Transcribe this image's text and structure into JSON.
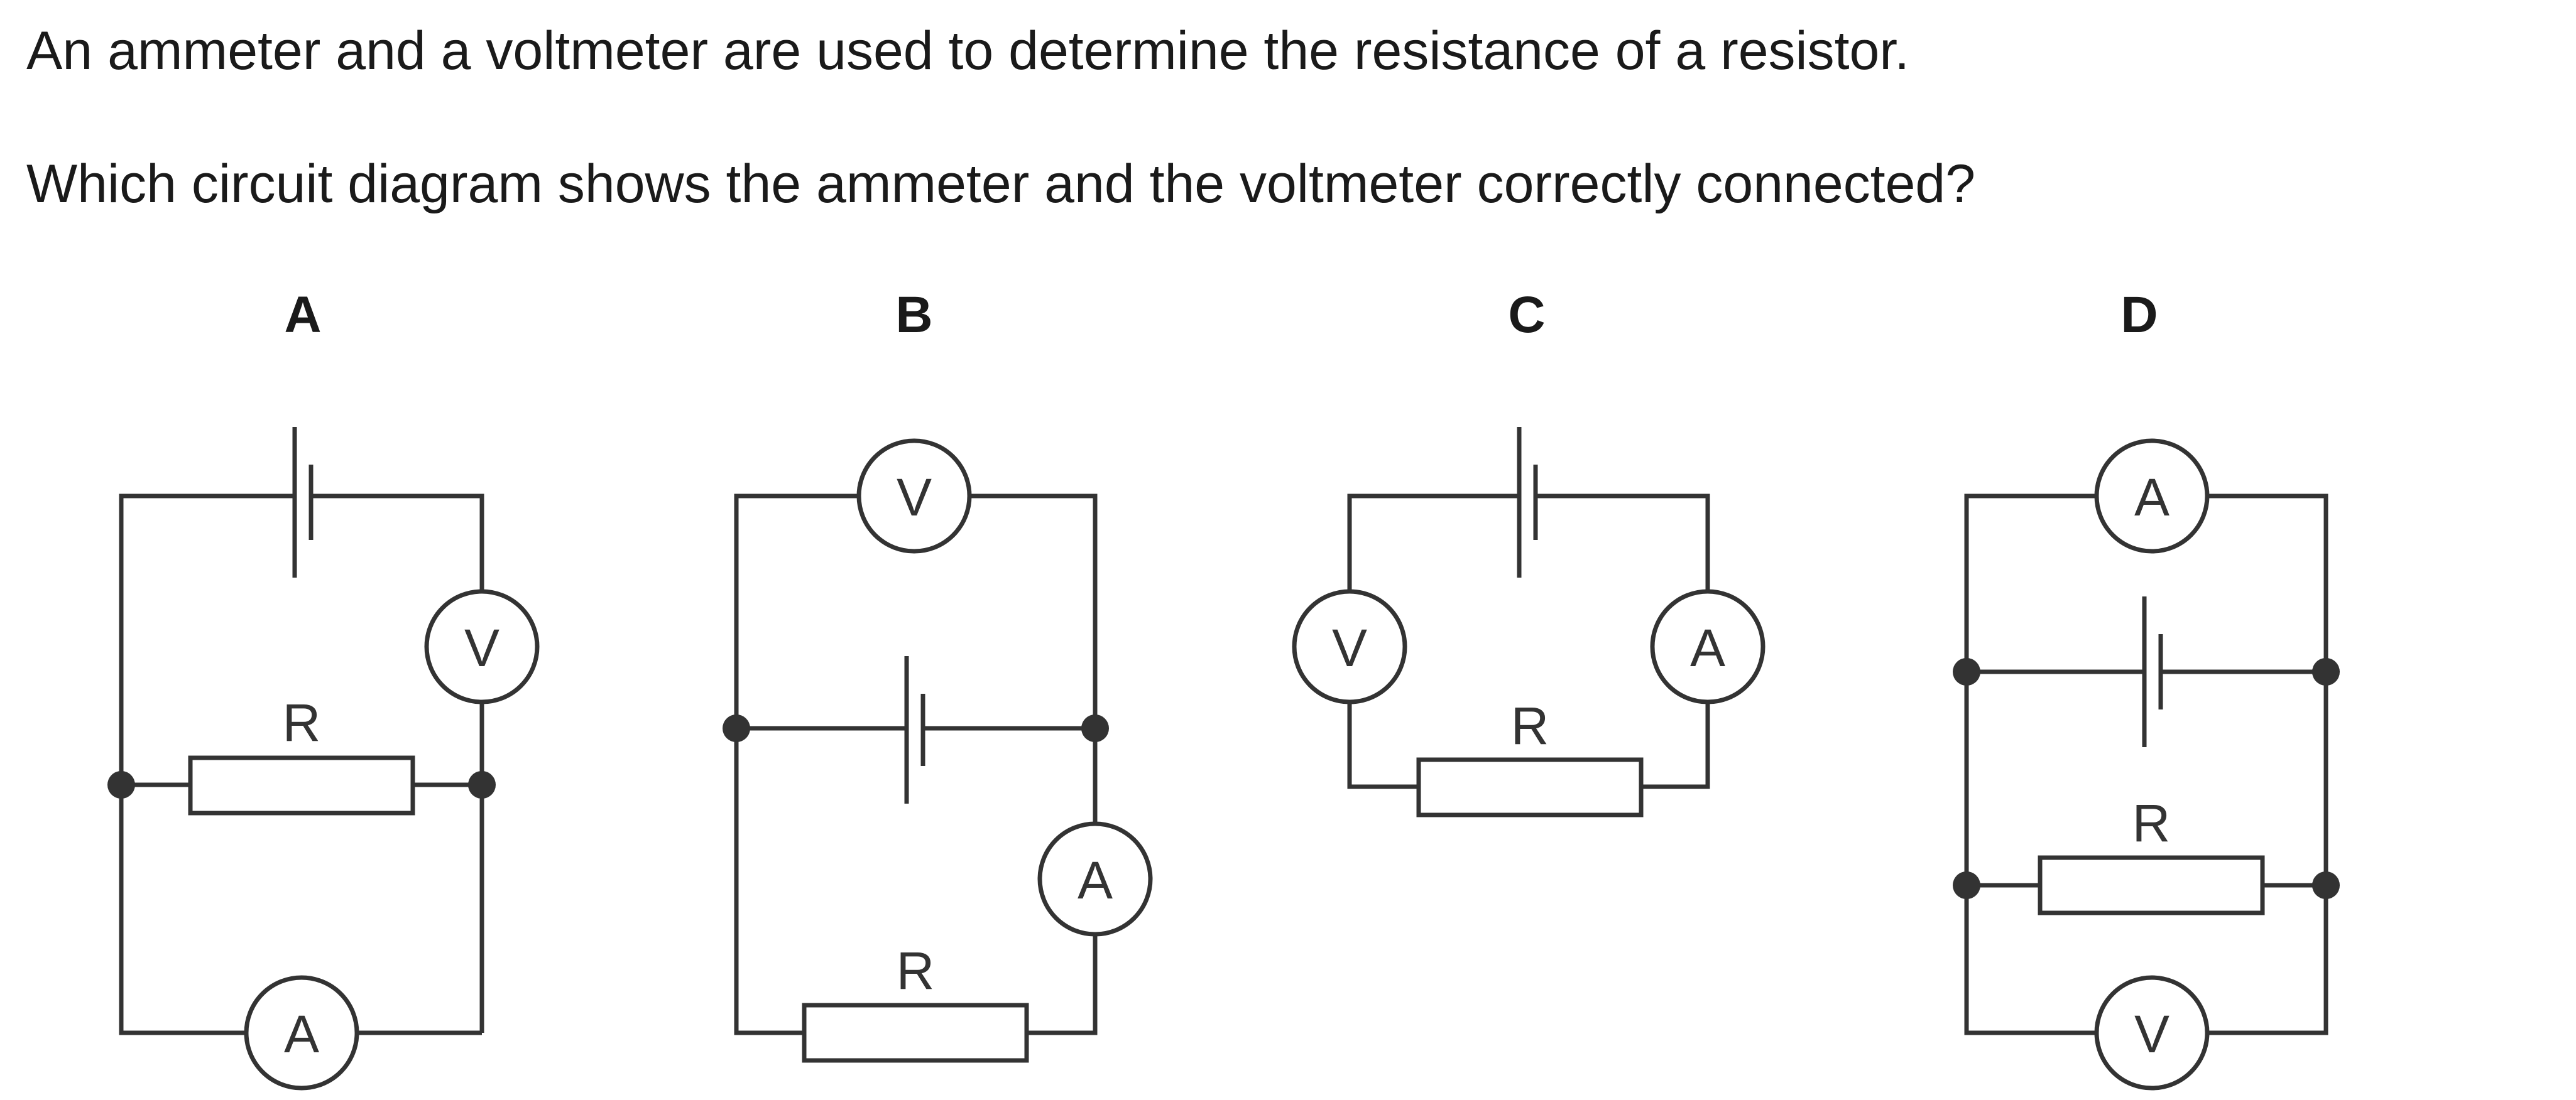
{
  "question": {
    "line1": "An ammeter and a voltmeter are used to determine the resistance of a resistor.",
    "line2": "Which circuit diagram shows the ammeter and the voltmeter correctly connected?"
  },
  "options": [
    {
      "label": "A",
      "ammeter": "A",
      "voltmeter": "V",
      "resistor": "R"
    },
    {
      "label": "B",
      "ammeter": "A",
      "voltmeter": "V",
      "resistor": "R"
    },
    {
      "label": "C",
      "ammeter": "A",
      "voltmeter": "V",
      "resistor": "R"
    },
    {
      "label": "D",
      "ammeter": "A",
      "voltmeter": "V",
      "resistor": "R"
    }
  ]
}
